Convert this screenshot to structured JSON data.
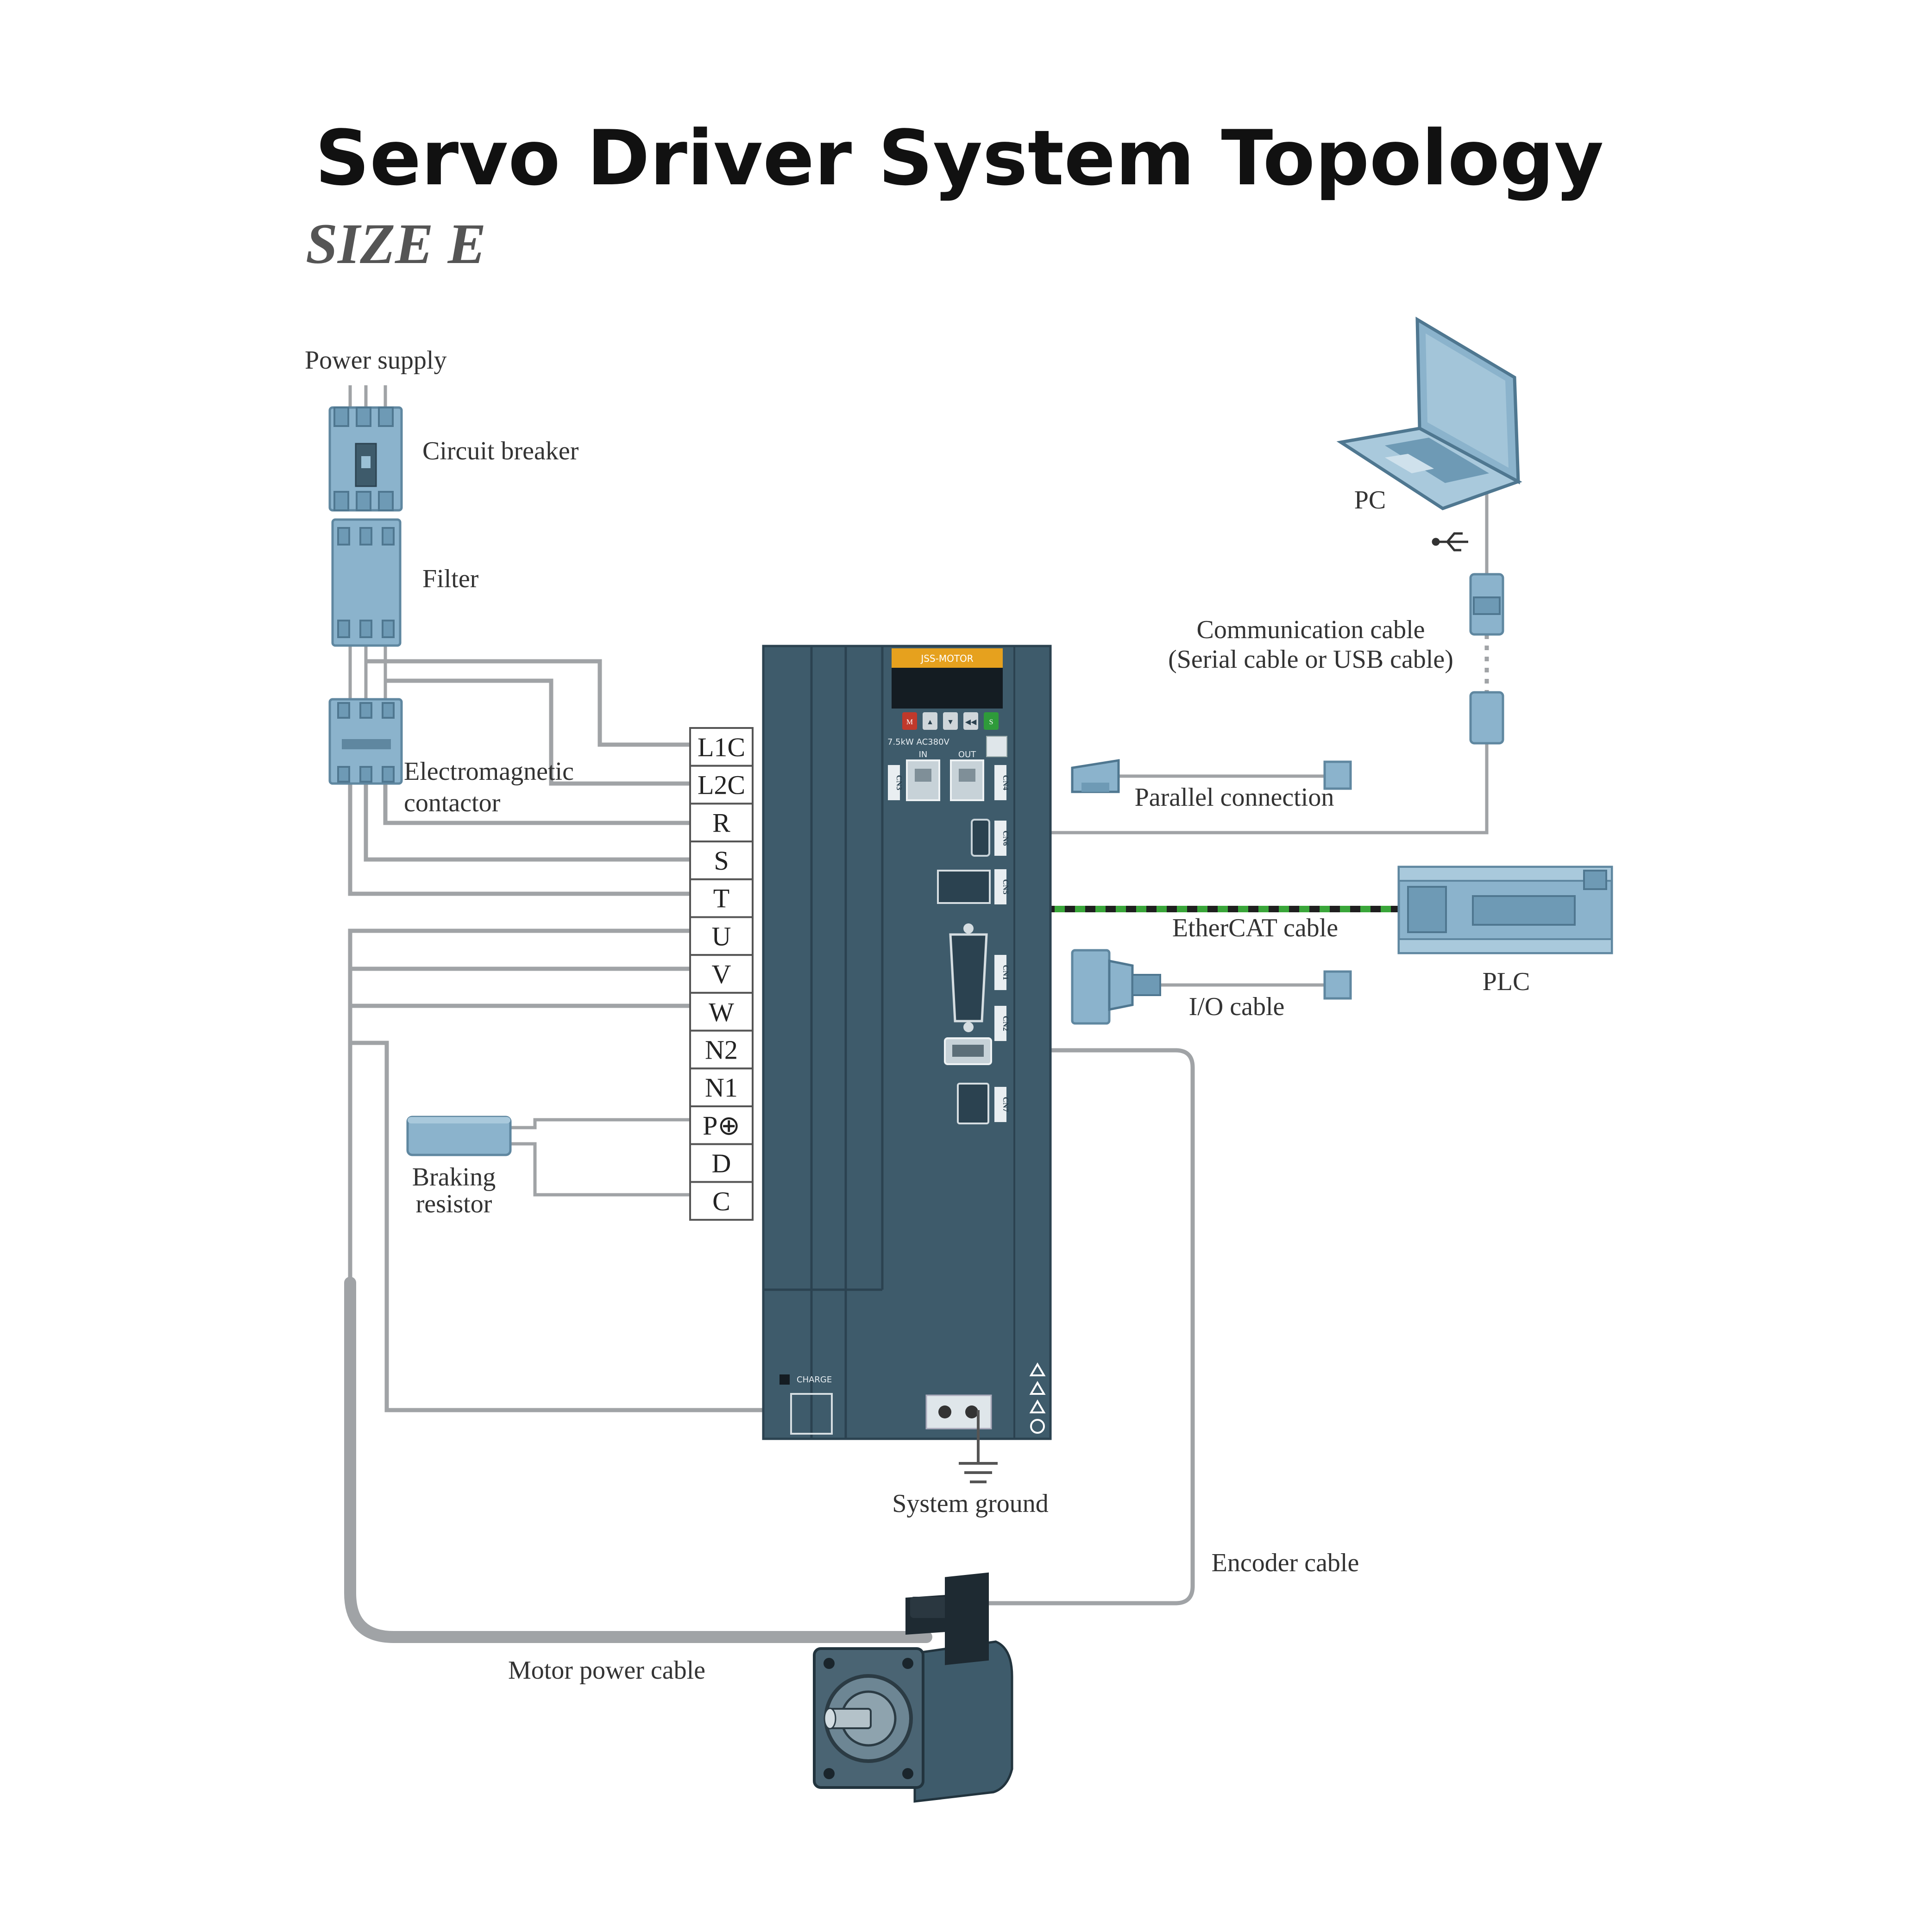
{
  "page": {
    "title": "Servo Driver System Topology",
    "subtitle": "SIZE  E"
  },
  "components": {
    "power_supply": "Power supply",
    "circuit_breaker": "Circuit breaker",
    "filter": "Filter",
    "contactor_line1": "Electromagnetic",
    "contactor_line2": "contactor",
    "braking_line1": "Braking",
    "braking_line2": "resistor",
    "pc": "PC",
    "comm_line1": "Communication cable",
    "comm_line2": "(Serial cable or USB cable)",
    "parallel": "Parallel connection",
    "ethercat": "EtherCAT cable",
    "plc": "PLC",
    "io_cable": "I/O cable",
    "system_ground": "System ground",
    "encoder_cable": "Encoder cable",
    "motor_power_cable": "Motor power cable"
  },
  "terminals": [
    "L1C",
    "L2C",
    "R",
    "S",
    "T",
    "U",
    "V",
    "W",
    "N2",
    "N1",
    "P⊕",
    "D",
    "C"
  ],
  "driver": {
    "brand": "JSS-MOTOR",
    "rating": "7.5kW AC380V",
    "port_in": "IN",
    "port_out": "OUT",
    "charge": "CHARGE",
    "connectors": [
      "CN3",
      "CN4",
      "CN6",
      "CN5",
      "CN1",
      "CN2",
      "CN7"
    ],
    "keys": [
      "M",
      "▲",
      "▼",
      "◀◀",
      "S"
    ]
  },
  "colors": {
    "wire": "#a0a3a6",
    "component": "#8bb3cc",
    "driver_body": "#3e5b6b",
    "ethercat_green": "#3aa63a",
    "display_accent": "#e6a11e"
  }
}
